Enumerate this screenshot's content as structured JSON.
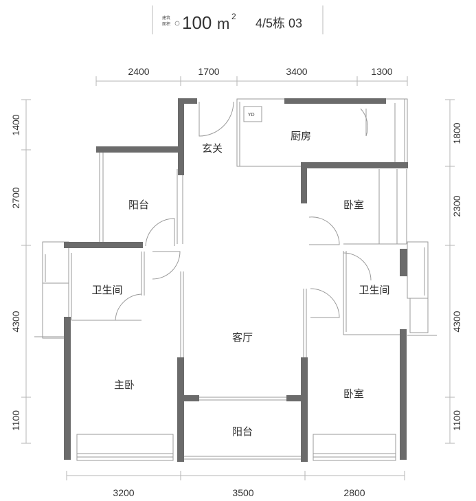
{
  "header": {
    "area_caption_1": "建筑",
    "area_caption_2": "面积",
    "area_value": "100",
    "area_unit": "m",
    "area_unit_sup": "2",
    "building": "4/5栋 03"
  },
  "rooms": {
    "entrance": "玄关",
    "kitchen": "厨房",
    "balcony_nw": "阳台",
    "bedroom_ne": "卧室",
    "bathroom_w": "卫生间",
    "bathroom_e": "卫生间",
    "living_room": "客厅",
    "master_bedroom": "主卧",
    "bedroom_se": "卧室",
    "balcony_s": "阳台"
  },
  "fixtures": {
    "yd": "YD"
  },
  "dimensions": {
    "top": [
      "2400",
      "1700",
      "3400",
      "1300"
    ],
    "bottom": [
      "3200",
      "3500",
      "2800"
    ],
    "left": [
      "1400",
      "2700",
      "4300",
      "1100"
    ],
    "right": [
      "1800",
      "2300",
      "4300",
      "1100"
    ]
  },
  "colors": {
    "wall": "#6b6b6b",
    "thin_line": "#9a9a9a",
    "dim_line": "#b5b5b5"
  }
}
